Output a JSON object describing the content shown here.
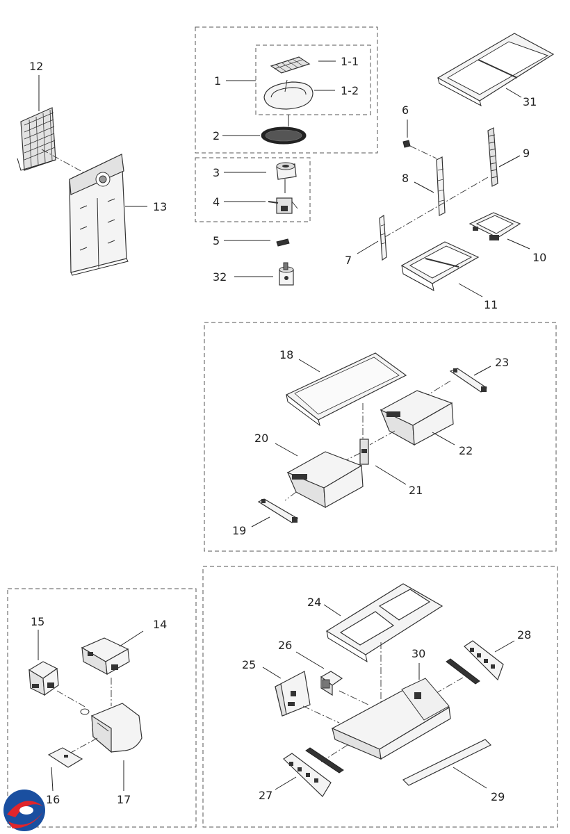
{
  "labels": {
    "p1": "1",
    "p1_1": "1-1",
    "p1_2": "1-2",
    "p2": "2",
    "p3": "3",
    "p4": "4",
    "p5": "5",
    "p6": "6",
    "p7": "7",
    "p8": "8",
    "p9": "9",
    "p10": "10",
    "p11": "11",
    "p12": "12",
    "p13": "13",
    "p14": "14",
    "p15": "15",
    "p16": "16",
    "p17": "17",
    "p18": "18",
    "p19": "19",
    "p20": "20",
    "p21": "21",
    "p22": "22",
    "p23": "23",
    "p24": "24",
    "p25": "25",
    "p26": "26",
    "p27": "27",
    "p28": "28",
    "p29": "29",
    "p30": "30",
    "p31": "31",
    "p32": "32"
  },
  "logo": {
    "icon": "brand-logo-icon",
    "colors": [
      "#1a4fa0",
      "#e0252b"
    ]
  }
}
